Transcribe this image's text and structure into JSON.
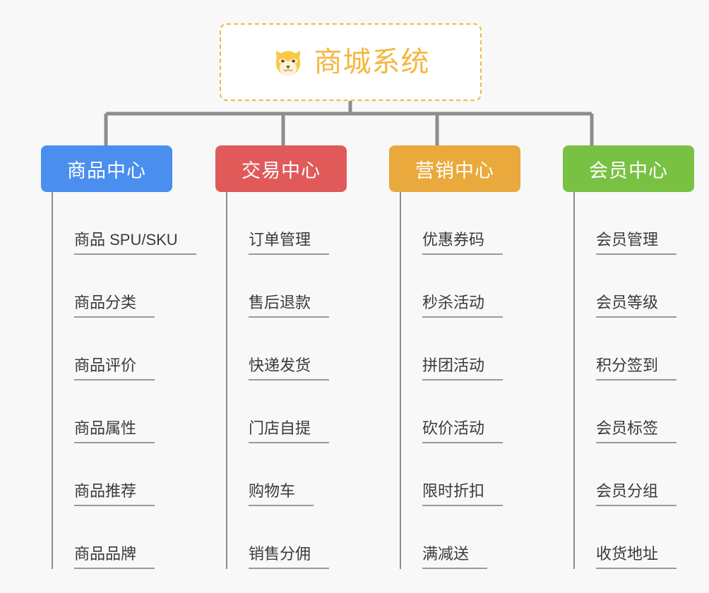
{
  "diagram": {
    "type": "org-chart",
    "background_color": "#f8f8f8",
    "root": {
      "title": "商城系统",
      "icon": "shiba-dog-face-icon",
      "border_color": "#f0b849",
      "text_color": "#f4b73f",
      "background_color": "#ffffff"
    },
    "connector_color": "#8d8d8d",
    "branches": [
      {
        "label": "商品中心",
        "color": "#4a8ef0",
        "items": [
          "商品 SPU/SKU",
          "商品分类",
          "商品评价",
          "商品属性",
          "商品推荐",
          "商品品牌"
        ]
      },
      {
        "label": "交易中心",
        "color": "#e05a5a",
        "items": [
          "订单管理",
          "售后退款",
          "快递发货",
          "门店自提",
          "购物车",
          "销售分佣"
        ]
      },
      {
        "label": "营销中心",
        "color": "#eaa93c",
        "items": [
          "优惠券码",
          "秒杀活动",
          "拼团活动",
          "砍价活动",
          "限时折扣",
          "满减送"
        ]
      },
      {
        "label": "会员中心",
        "color": "#79c142",
        "items": [
          "会员管理",
          "会员等级",
          "积分签到",
          "会员标签",
          "会员分组",
          "收货地址"
        ]
      }
    ]
  }
}
